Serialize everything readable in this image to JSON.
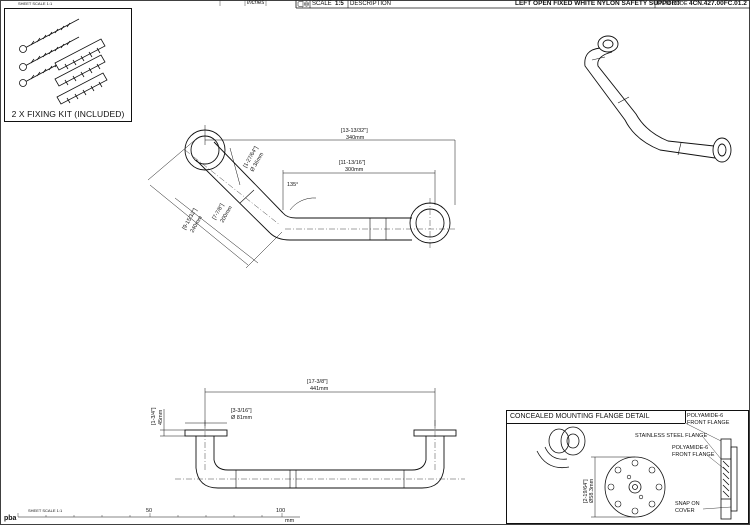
{
  "header": {
    "sheet_scale_label": "SHEET SCALE 1:1",
    "units": "inches",
    "scale_label": "SCALE",
    "scale_value": "1:5",
    "description_label": "DESCRIPTION",
    "description": "LEFT OPEN FIXED WHITE NYLON SAFETY SUPPORT",
    "item_code_label": "ITEM CODE",
    "item_code": "4CN.427.00FC.01.2"
  },
  "fixing_kit": {
    "caption": "2 X FIXING KIT (INCLUDED)"
  },
  "top_view_dims": {
    "overall_in": "[13-13/32\"]",
    "overall_mm": "340mm",
    "straight_in": "[11-13/16\"]",
    "straight_mm": "300mm",
    "angle": "135°",
    "dia_in": "[1-27/64\"]",
    "dia_mm": "Ø 36mm",
    "leg_in": "[7-7/8\"]",
    "leg_mm": "200mm",
    "diag_in": "[9-15/32\"]",
    "diag_mm": "240mm"
  },
  "front_view_dims": {
    "overall_in": "[17-3/8\"]",
    "overall_mm": "441mm",
    "flange_in": "[3-3/16\"]",
    "flange_mm": "Ø 81mm",
    "height_in": "[1-3/4\"]",
    "height_mm": "45mm"
  },
  "ruler": {
    "label": "SHEET SCALE 1:1",
    "ticks": [
      "50",
      "100"
    ],
    "unit": "mm"
  },
  "logo": {
    "text": "pba"
  },
  "detail": {
    "title": "CONCEALED MOUNTING FLANGE DETAIL",
    "poly_front_1": "POLYAMIDE-6 FRONT FLANGE",
    "steel_flange": "STAINLESS STEEL FLANGE",
    "poly_front_2": "POLYAMIDE-6 FRONT FLANGE",
    "snap_cover": "SNAP ON COVER",
    "pcd_in": "[2-19/64\"]",
    "pcd_mm": "Ø58.3mm"
  },
  "colors": {
    "line": "#111111",
    "background": "#ffffff"
  }
}
